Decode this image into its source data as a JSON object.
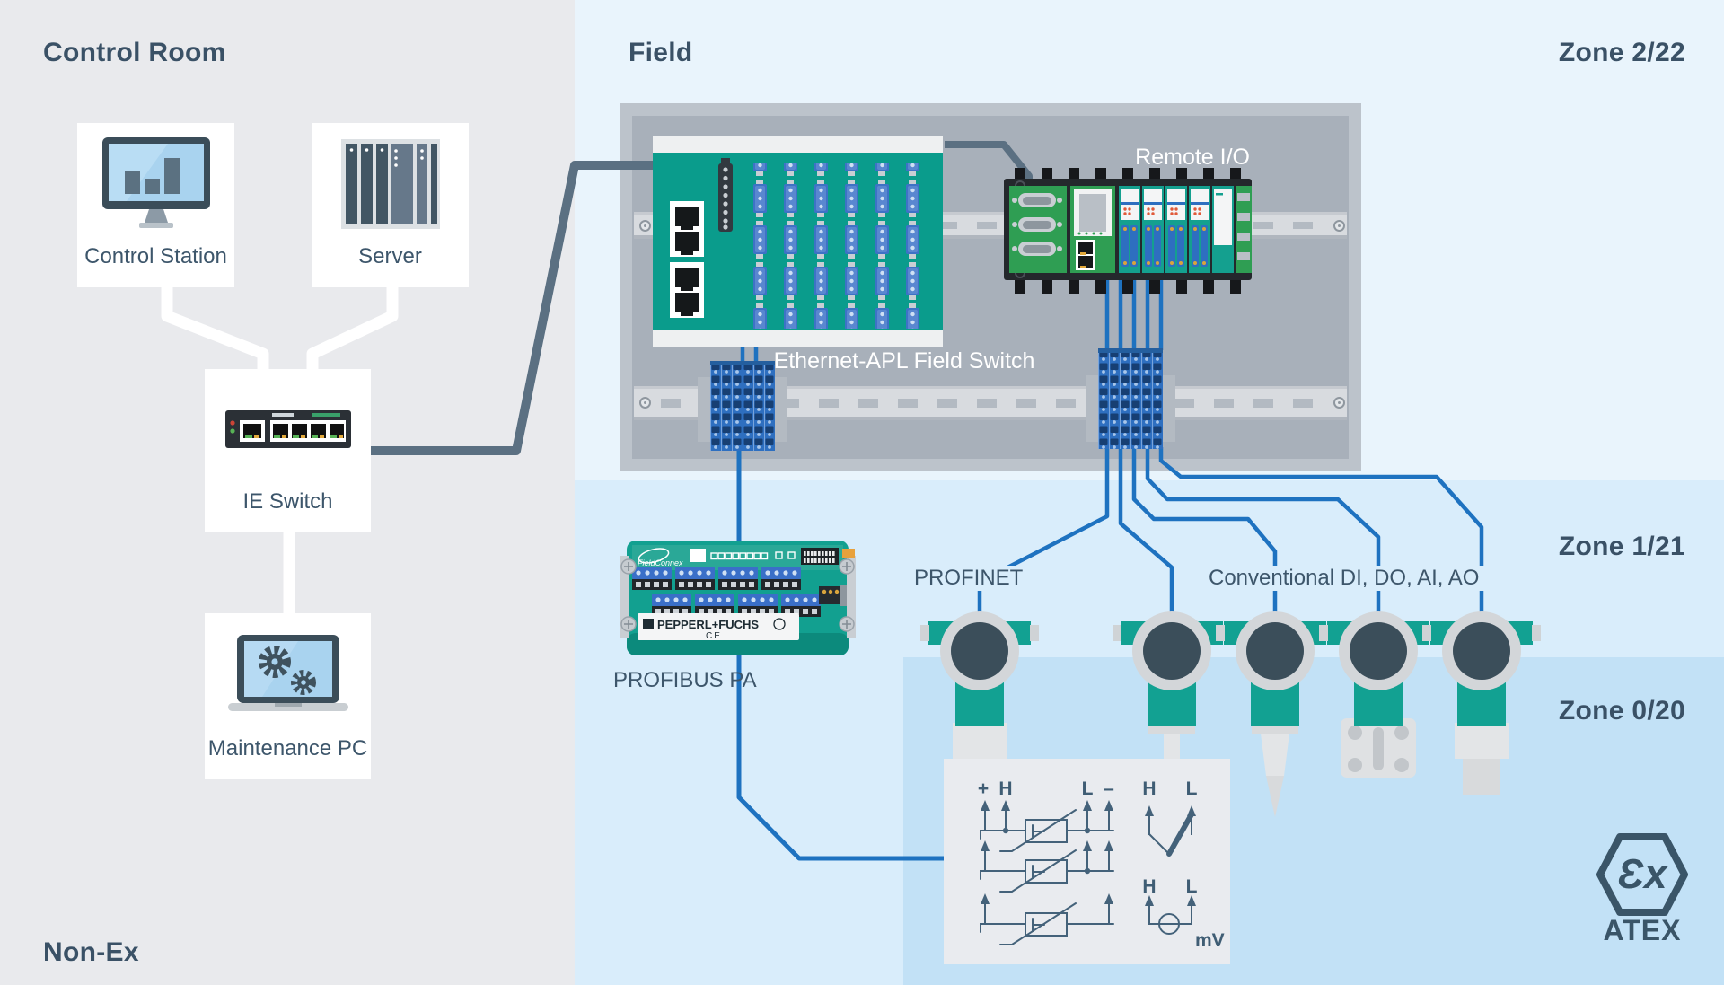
{
  "titles": {
    "control_room": "Control Room",
    "field": "Field",
    "non_ex": "Non-Ex"
  },
  "zones": {
    "zone_2_22": "Zone 2/22",
    "zone_1_21": "Zone 1/21",
    "zone_0_20": "Zone 0/20"
  },
  "control_room": {
    "control_station": "Control Station",
    "server": "Server",
    "ie_switch": "IE Switch",
    "maintenance_pc": "Maintenance PC"
  },
  "field": {
    "apl_switch": "Ethernet-APL Field Switch",
    "remote_io": "Remote I/O",
    "profibus_pa": "PROFIBUS PA",
    "profinet": "PROFINET",
    "conventional": "Conventional DI, DO, AI, AO"
  },
  "profibus_device": {
    "product": "FieldConnex",
    "brand": "PEPPERL+FUCHS",
    "ce_mark": "CE"
  },
  "atex": {
    "symbol": "Ɛx",
    "label": "ATEX"
  },
  "schematic": {
    "plus": "+",
    "minus": "–",
    "high": "H",
    "low": "L",
    "millivolt": "mV"
  },
  "colors": {
    "teal_device": "#0a9c8c",
    "green_pcb": "#2f9e53",
    "blue_line": "#1e72c0",
    "blue_terminal": "#2e6fc0",
    "dark_line": "#5b7082",
    "slate_text": "#3d566b",
    "control_room_bg": "#e9eaed",
    "field_bg": "#e9f4fc",
    "zone_1_bg": "#d9edfb",
    "zone_0_bg": "#c2e1f6",
    "cabinet_bg": "#a8b0ba"
  }
}
